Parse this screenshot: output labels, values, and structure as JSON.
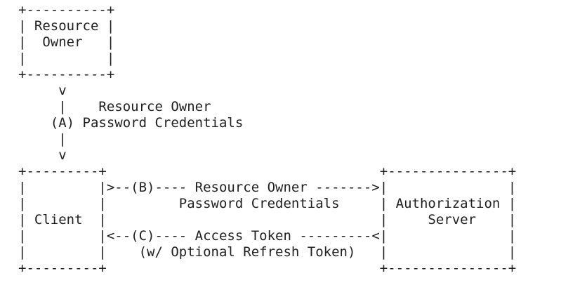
{
  "diagram": {
    "lines": [
      "+----------+",
      "| Resource |",
      "|  Owner   |",
      "|          |",
      "+----------+",
      "     v",
      "     |    Resource Owner",
      "    (A) Password Credentials",
      "     |",
      "     v",
      "+---------+                                  +---------------+",
      "|         |>--(B)---- Resource Owner ------->|               |",
      "|         |         Password Credentials     | Authorization |",
      "| Client  |                                  |     Server    |",
      "|         |<--(C)---- Access Token ---------<|               |",
      "|         |    (w/ Optional Refresh Token)   |               |",
      "+---------+                                  +---------------+"
    ]
  }
}
